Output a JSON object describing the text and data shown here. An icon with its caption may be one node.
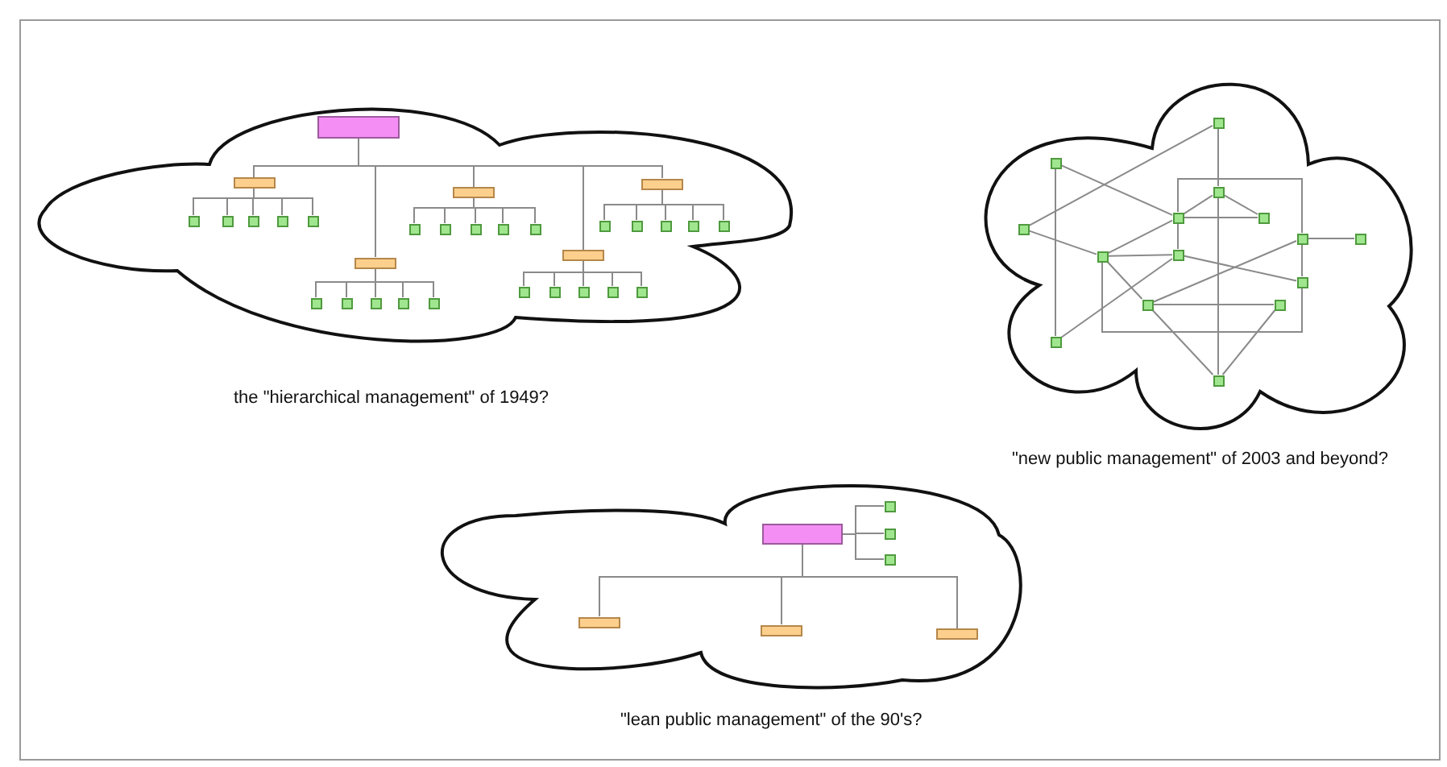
{
  "diagram": {
    "nodes": [
      {
        "text": [],
        "shape": "cloud",
        "beside": [
          "the \"hierarchical management\" of 1949?"
        ]
      },
      {
        "text": [],
        "shape": "box",
        "in": 0
      },
      {
        "text": [],
        "shape": "box",
        "in": 0
      },
      {
        "text": [],
        "shape": "box",
        "in": 0
      },
      {
        "text": [],
        "shape": "box",
        "in": 0
      },
      {
        "text": [],
        "shape": "box",
        "in": 0
      },
      {
        "text": [],
        "shape": "box",
        "in": 0
      },
      {
        "text": [],
        "shape": "box",
        "in": 0
      },
      {
        "text": [],
        "shape": "box",
        "in": 0
      },
      {
        "text": [],
        "shape": "box",
        "in": 0
      },
      {
        "text": [],
        "shape": "box",
        "in": 0
      },
      {
        "text": [],
        "shape": "box",
        "in": 0
      },
      {
        "text": [],
        "shape": "box",
        "in": 0
      },
      {
        "text": [],
        "shape": "box",
        "in": 0
      },
      {
        "text": [],
        "shape": "box",
        "in": 0
      },
      {
        "text": [],
        "shape": "box",
        "in": 0
      },
      {
        "text": [],
        "shape": "box",
        "in": 0
      },
      {
        "text": [],
        "shape": "box",
        "in": 0
      },
      {
        "text": [],
        "shape": "box",
        "in": 0
      },
      {
        "text": [],
        "shape": "box",
        "in": 0
      },
      {
        "text": [],
        "shape": "box",
        "in": 0
      },
      {
        "text": [],
        "shape": "box",
        "in": 0
      },
      {
        "text": [],
        "shape": "box",
        "in": 0
      },
      {
        "text": [],
        "shape": "box",
        "in": 0
      },
      {
        "text": [],
        "shape": "box",
        "in": 0
      },
      {
        "text": [],
        "shape": "box",
        "in": 0
      },
      {
        "text": [],
        "shape": "box",
        "in": 0
      },
      {
        "text": [],
        "shape": "box",
        "in": 0
      },
      {
        "text": [],
        "shape": "box",
        "in": 0
      },
      {
        "text": [],
        "shape": "box",
        "in": 0
      },
      {
        "text": [],
        "shape": "box",
        "in": 0
      },
      {
        "text": [],
        "shape": "box",
        "in": 0
      },
      {
        "text": [],
        "shape": "cloud",
        "beside": [
          "\"new public management\" of 2003 and beyond?"
        ]
      },
      {
        "text": [],
        "shape": "box",
        "in": 32
      },
      {
        "text": [],
        "shape": "box",
        "in": 32
      },
      {
        "text": [],
        "shape": "box",
        "in": 32
      },
      {
        "text": [],
        "shape": "box",
        "in": 32
      },
      {
        "text": [],
        "shape": "box",
        "in": 32
      },
      {
        "text": [],
        "shape": "box",
        "in": 32
      },
      {
        "text": [],
        "shape": "box",
        "in": 32
      },
      {
        "text": [],
        "shape": "box",
        "in": 32
      },
      {
        "text": [],
        "shape": "box",
        "in": 32
      },
      {
        "text": [],
        "shape": "box",
        "in": 32
      },
      {
        "text": [],
        "shape": "box",
        "in": 32
      },
      {
        "text": [],
        "shape": "box",
        "in": 32
      },
      {
        "text": [],
        "shape": "box",
        "in": 32
      },
      {
        "text": [],
        "shape": "box",
        "in": 32
      },
      {
        "text": [],
        "shape": "box",
        "in": 32
      },
      {
        "text": [],
        "shape": "cloud",
        "beside": [
          "\"lean public management\" of the 90's?"
        ]
      },
      {
        "text": [],
        "shape": "box",
        "in": 48
      },
      {
        "text": [],
        "shape": "box",
        "in": 48
      },
      {
        "text": [],
        "shape": "box",
        "in": 48
      },
      {
        "text": [],
        "shape": "box",
        "in": 48
      },
      {
        "text": [],
        "shape": "box",
        "in": 48
      },
      {
        "text": [],
        "shape": "box",
        "in": 48
      },
      {
        "text": [],
        "shape": "box",
        "in": 48
      }
    ],
    "edges": [
      {
        "from": 1,
        "to": 2,
        "arrow": "none"
      },
      {
        "from": 1,
        "to": 3,
        "arrow": "none"
      },
      {
        "from": 1,
        "to": 4,
        "arrow": "none"
      },
      {
        "from": 1,
        "to": 5,
        "arrow": "none"
      },
      {
        "from": 1,
        "to": 6,
        "arrow": "none"
      },
      {
        "from": 2,
        "to": 7,
        "arrow": "none"
      },
      {
        "from": 2,
        "to": 8,
        "arrow": "none"
      },
      {
        "from": 2,
        "to": 9,
        "arrow": "none"
      },
      {
        "from": 2,
        "to": 10,
        "arrow": "none"
      },
      {
        "from": 2,
        "to": 11,
        "arrow": "none"
      },
      {
        "from": 3,
        "to": 12,
        "arrow": "none"
      },
      {
        "from": 3,
        "to": 13,
        "arrow": "none"
      },
      {
        "from": 3,
        "to": 14,
        "arrow": "none"
      },
      {
        "from": 3,
        "to": 15,
        "arrow": "none"
      },
      {
        "from": 3,
        "to": 16,
        "arrow": "none"
      },
      {
        "from": 4,
        "to": 17,
        "arrow": "none"
      },
      {
        "from": 4,
        "to": 18,
        "arrow": "none"
      },
      {
        "from": 4,
        "to": 19,
        "arrow": "none"
      },
      {
        "from": 4,
        "to": 20,
        "arrow": "none"
      },
      {
        "from": 4,
        "to": 21,
        "arrow": "none"
      },
      {
        "from": 5,
        "to": 22,
        "arrow": "none"
      },
      {
        "from": 5,
        "to": 23,
        "arrow": "none"
      },
      {
        "from": 5,
        "to": 24,
        "arrow": "none"
      },
      {
        "from": 5,
        "to": 25,
        "arrow": "none"
      },
      {
        "from": 5,
        "to": 26,
        "arrow": "none"
      },
      {
        "from": 6,
        "to": 27,
        "arrow": "none"
      },
      {
        "from": 6,
        "to": 28,
        "arrow": "none"
      },
      {
        "from": 6,
        "to": 29,
        "arrow": "none"
      },
      {
        "from": 6,
        "to": 30,
        "arrow": "none"
      },
      {
        "from": 6,
        "to": 31,
        "arrow": "none"
      },
      {
        "from": 33,
        "to": 35,
        "arrow": "none"
      },
      {
        "from": 35,
        "to": 47,
        "arrow": "none"
      },
      {
        "from": 33,
        "to": 38,
        "arrow": "none"
      },
      {
        "from": 34,
        "to": 36,
        "arrow": "none"
      },
      {
        "from": 34,
        "to": 46,
        "arrow": "none"
      },
      {
        "from": 38,
        "to": 41,
        "arrow": "none"
      },
      {
        "from": 35,
        "to": 36,
        "arrow": "none"
      },
      {
        "from": 35,
        "to": 37,
        "arrow": "none"
      },
      {
        "from": 36,
        "to": 37,
        "arrow": "none"
      },
      {
        "from": 36,
        "to": 41,
        "arrow": "none"
      },
      {
        "from": 39,
        "to": 40,
        "arrow": "none"
      },
      {
        "from": 42,
        "to": 43,
        "arrow": "none"
      },
      {
        "from": 42,
        "to": 46,
        "arrow": "none"
      },
      {
        "from": 39,
        "to": 44,
        "arrow": "none"
      },
      {
        "from": 44,
        "to": 45,
        "arrow": "none"
      },
      {
        "from": 41,
        "to": 44,
        "arrow": "none"
      },
      {
        "from": 44,
        "to": 47,
        "arrow": "none"
      },
      {
        "from": 45,
        "to": 47,
        "arrow": "none"
      },
      {
        "from": 36,
        "to": 42,
        "arrow": "none"
      },
      {
        "from": 41,
        "to": 42,
        "arrow": "none"
      },
      {
        "from": 36,
        "to": 39,
        "arrow": "none"
      },
      {
        "from": 39,
        "to": 43,
        "arrow": "none"
      },
      {
        "from": 43,
        "to": 41,
        "arrow": "none"
      },
      {
        "from": 49,
        "to": 50,
        "arrow": "none"
      },
      {
        "from": 49,
        "to": 51,
        "arrow": "none"
      },
      {
        "from": 49,
        "to": 52,
        "arrow": "none"
      },
      {
        "from": 49,
        "to": 53,
        "arrow": "none"
      },
      {
        "from": 49,
        "to": 54,
        "arrow": "none"
      },
      {
        "from": 49,
        "to": 55,
        "arrow": "none"
      }
    ]
  }
}
